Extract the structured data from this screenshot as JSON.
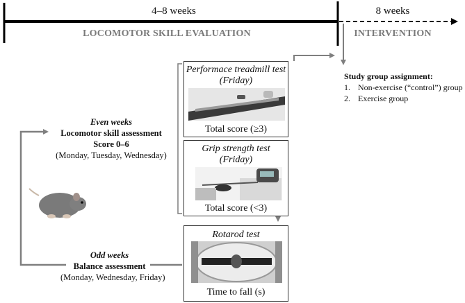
{
  "timeline": {
    "evaluation_duration": "4–8 weeks",
    "evaluation_phase": "LOCOMOTOR SKILL EVALUATION",
    "intervention_duration": "8 weeks",
    "intervention_phase": "INTERVENTION"
  },
  "tests": [
    {
      "title_line1": "Performace treadmill test",
      "title_line2": "(Friday)",
      "footer": "Total score (≥3)",
      "image": "treadmill-photo"
    },
    {
      "title_line1": "Grip strength test",
      "title_line2": "(Friday)",
      "footer": "Total score (<3)",
      "image": "grip-strength-photo"
    },
    {
      "title_line1": "Rotarod test",
      "title_line2": "",
      "footer": "Time to fall (s)",
      "image": "rotarod-photo"
    }
  ],
  "even_weeks": {
    "heading": "Even weeks",
    "title": "Locomotor skill assessment",
    "score": "Score 0–6",
    "days": "(Monday, Tuesday, Wednesday)"
  },
  "odd_weeks": {
    "heading": "Odd weeks",
    "title": "Balance assessment",
    "days": "(Monday, Wednesday, Friday)"
  },
  "study_groups": {
    "heading": "Study group assignment:",
    "items": [
      {
        "num": "1.",
        "label": "Non-exercise (“control”) group"
      },
      {
        "num": "2.",
        "label": "Exercise group"
      }
    ]
  },
  "colors": {
    "line": "#000000",
    "connector": "#7f7f7f",
    "phase_text": "#7a7a7a"
  }
}
